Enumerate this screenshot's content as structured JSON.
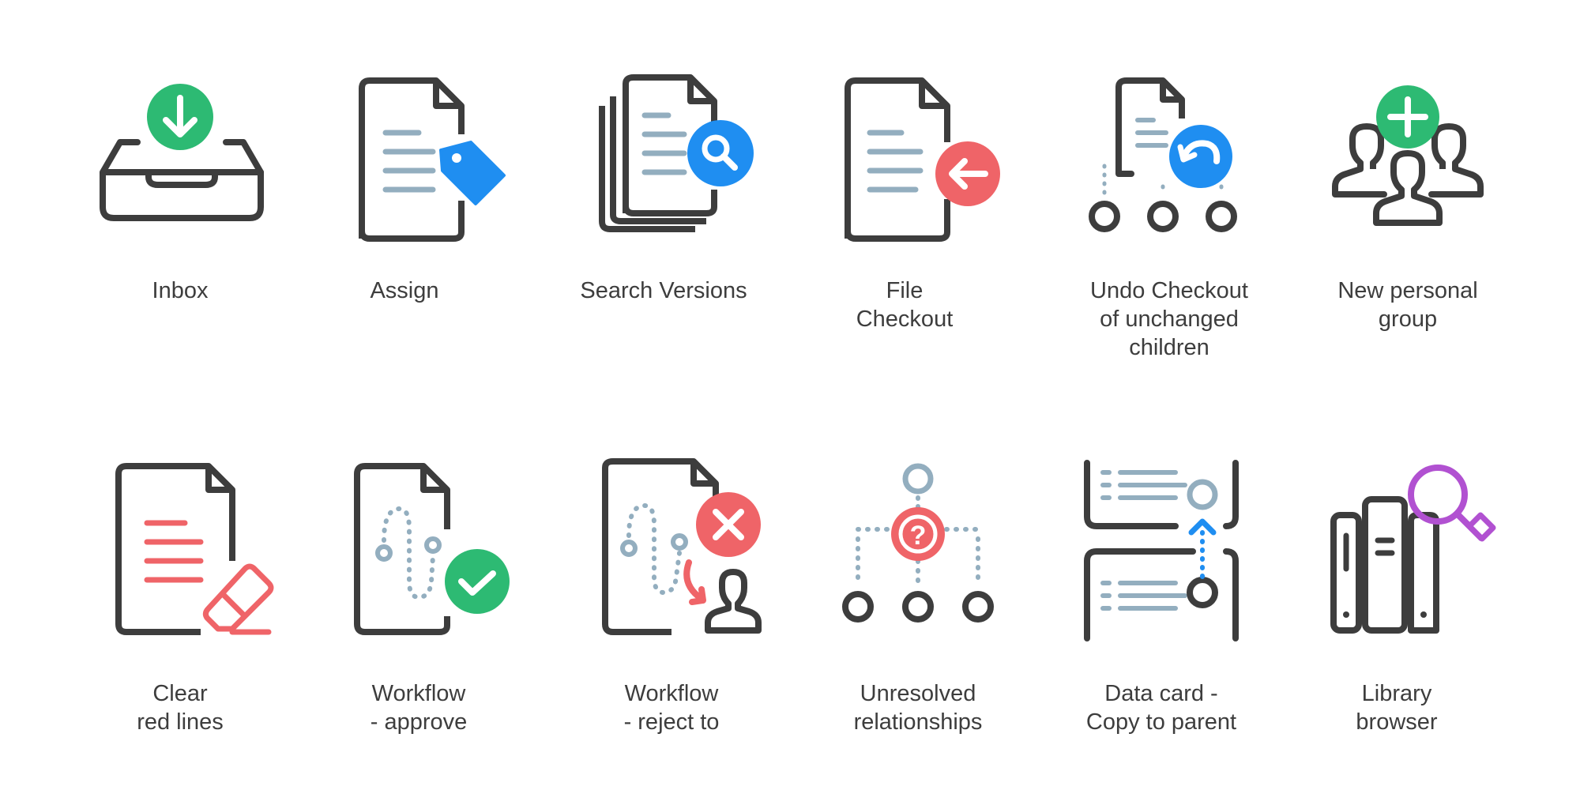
{
  "colors": {
    "stroke": "#3d3d3d",
    "lines": "#93aebf",
    "green": "#2dba73",
    "blue": "#1f8ef1",
    "red": "#ef6468",
    "purple": "#b151d1"
  },
  "icons": [
    {
      "name": "inbox-icon",
      "label": "Inbox"
    },
    {
      "name": "assign-icon",
      "label": "Assign"
    },
    {
      "name": "search-versions-icon",
      "label": "Search Versions"
    },
    {
      "name": "file-checkout-icon",
      "label": "File\nCheckout"
    },
    {
      "name": "undo-checkout-icon",
      "label": "Undo Checkout\nof unchanged\nchildren"
    },
    {
      "name": "new-personal-group-icon",
      "label": "New personal\ngroup"
    },
    {
      "name": "clear-red-lines-icon",
      "label": "Clear\nred lines"
    },
    {
      "name": "workflow-approve-icon",
      "label": "Workflow\n- approve"
    },
    {
      "name": "workflow-reject-icon",
      "label": "Workflow\n- reject to"
    },
    {
      "name": "unresolved-relationships-icon",
      "label": "Unresolved\nrelationships"
    },
    {
      "name": "data-card-copy-icon",
      "label": "Data card -\nCopy to parent"
    },
    {
      "name": "library-browser-icon",
      "label": "Library\nbrowser"
    }
  ]
}
